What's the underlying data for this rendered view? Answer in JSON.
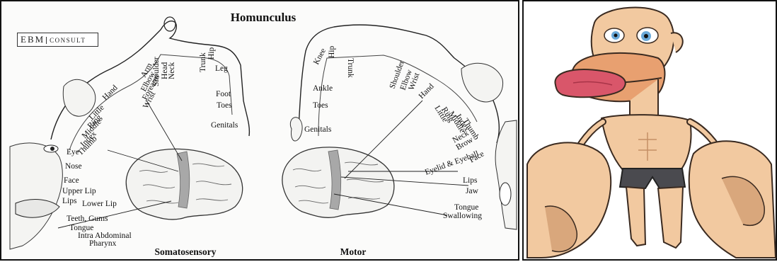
{
  "title": "Homunculus",
  "logo": {
    "brand": "EBM",
    "sub": "CONSULT"
  },
  "captions": {
    "left": "Somatosensory",
    "right": "Motor"
  },
  "sensory_labels": {
    "top": [
      "Arm",
      "Elbow",
      "Forearm",
      "Wrist",
      "Shoulder",
      "Head",
      "Neck",
      "Trunk",
      "Hip",
      "Leg",
      "Foot",
      "Toes",
      "Genitals"
    ],
    "side": [
      "Hand",
      "Little",
      "Ring",
      "Middle",
      "Index",
      "Thumb"
    ],
    "face": [
      "Eye",
      "Nose",
      "Face",
      "Upper Lip",
      "Lips",
      "Lower Lip",
      "Teeth, Gums",
      "Tongue",
      "Intra Abdominal",
      "Pharynx"
    ]
  },
  "motor_labels": {
    "top": [
      "Hip",
      "Trunk",
      "Knee",
      "Ankle",
      "Toes",
      "Genitals"
    ],
    "side": [
      "Shoulder",
      "Elbow",
      "Wrist",
      "Hand",
      "Little",
      "Ring",
      "Middle",
      "Index",
      "Thumb",
      "Neck",
      "Brow",
      "Eyelid & Eyeball",
      "Face"
    ],
    "face": [
      "Lips",
      "Jaw",
      "Tongue",
      "Swallowing"
    ]
  },
  "colors": {
    "skin": "#f2c9a0",
    "skin_shadow": "#d9a77c",
    "lips": "#e8a070",
    "tongue": "#d9566a",
    "shorts": "#4a4a4f",
    "eye": "#6aa9d8",
    "ink": "#111111",
    "cortex_highlight": "#a8a8a8"
  }
}
